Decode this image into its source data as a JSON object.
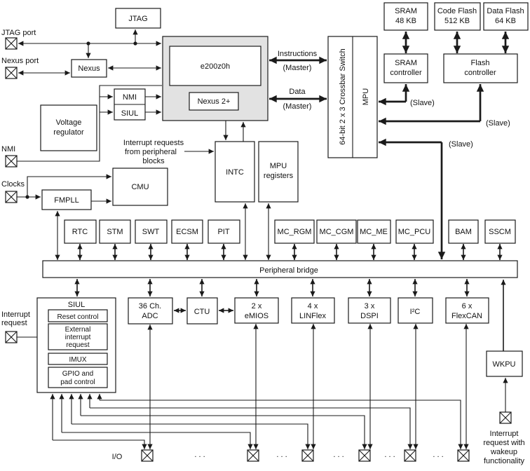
{
  "colors": {
    "line": "#1a1a1a",
    "core_fill": "#e2e2e2",
    "background": "#ffffff"
  },
  "core": {
    "jtag": "JTAG",
    "nexus": "Nexus",
    "cpu": "e200z0h",
    "nexus2": "Nexus 2+",
    "nmi": "NMI",
    "siul": "SIUL"
  },
  "left": {
    "jtag_port": "JTAG port",
    "nexus_port": "Nexus port",
    "nmi_pad": "NMI",
    "clocks": "Clocks",
    "voltage_regulator": [
      "Voltage",
      "regulator"
    ],
    "fmpll": "FMPLL",
    "cmu": "CMU"
  },
  "interconnect": {
    "crossbar": "64-bit 2 x 3 Crossbar Switch",
    "mpu": "MPU",
    "instructions": [
      "Instructions",
      "(Master)"
    ],
    "data": [
      "Data",
      "(Master)"
    ],
    "slave": "(Slave)"
  },
  "memory": {
    "sram": [
      "SRAM",
      "48 KB"
    ],
    "code_flash": [
      "Code Flash",
      "512 KB"
    ],
    "data_flash": [
      "Data Flash",
      "64 KB"
    ],
    "sram_controller": [
      "SRAM",
      "controller"
    ],
    "flash_controller": [
      "Flash",
      "controller"
    ]
  },
  "interrupts": {
    "intc": "INTC",
    "mpu_registers": [
      "MPU",
      "registers"
    ],
    "note": [
      "Interrupt requests",
      "from peripheral",
      "blocks"
    ]
  },
  "modules_row1": [
    "RTC",
    "STM",
    "SWT",
    "ECSM",
    "PIT"
  ],
  "modules_row2": [
    "MC_RGM",
    "MC_CGM",
    "MC_ME",
    "MC_PCU"
  ],
  "modules_row2b": {
    "bam": "BAM",
    "sscm": "SSCM"
  },
  "bridge": {
    "label": "Peripheral bridge"
  },
  "siul": {
    "title": "SIUL",
    "reset_control": "Reset control",
    "external_interrupt_request": [
      "External",
      "interrupt",
      "request"
    ],
    "imux": "IMUX",
    "gpio_pad_control": [
      "GPIO and",
      "pad control"
    ],
    "interrupt_request": [
      "Interrupt",
      "request"
    ]
  },
  "peripherals": {
    "adc": [
      "36 Ch.",
      "ADC"
    ],
    "ctu": "CTU",
    "emios": [
      "2 x",
      "eMIOS"
    ],
    "linflex": [
      "4 x",
      "LINFlex"
    ],
    "dspi": [
      "3 x",
      "DSPI"
    ],
    "i2c": "I²C",
    "flexcan": [
      "6 x",
      "FlexCAN"
    ],
    "wkpu": "WKPU"
  },
  "bottom": {
    "io": "I/O",
    "ellipsis": ". . .",
    "wakeup_note": [
      "Interrupt",
      "request with",
      "wakeup",
      "functionality"
    ]
  }
}
